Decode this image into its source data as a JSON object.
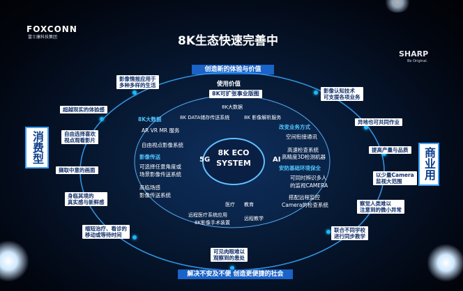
{
  "logos": {
    "left_name": "FOXCONN",
    "left_sub": "富士康科技集团",
    "right_name": "SHARP",
    "right_sub": "Be Original."
  },
  "title": "8K生态快速完善中",
  "top_banner": "创造新的体验与价值",
  "bottom_banner": "解决不安及不便 创造更便捷的社会",
  "side_left": "消费型",
  "side_right": "商业用",
  "center": {
    "line1": "8K ECO",
    "line2": "SYSTEM",
    "left_badge": "5G",
    "right_badge": "AI"
  },
  "inner": {
    "top_title": "使用价值",
    "top_box": "8K可扩张事业版图",
    "data_large": "8K大数据",
    "data_storage": "8K DATA储存传送系统",
    "data_analysis": "8K 影像解析服务",
    "left_cyan": "8K大数据",
    "left_services": "AR VR MR 服务",
    "left_view": "自由视点影像系统",
    "left_video": "影像传送",
    "left_remote": "可选择任意角度或",
    "left_remote2": "场景影像传送系统",
    "left_venue": "高临场感",
    "left_venue2": "影像传送系统",
    "right_cyan": "改变业务方式",
    "right_space": "空间衔接通讯",
    "right_inspect": "高速检查系统",
    "right_inspect2": "高精度3D检测机器",
    "right_security": "安防基础环境保全",
    "right_security2": "可同时辨识多人",
    "right_security3": "的监视CAMERA",
    "right_remote": "搭配远程监控",
    "right_remote2": "Camera的检查系统",
    "bottom_medical": "医疗",
    "bottom_edu": "教育",
    "bottom_remote_med": "远程医疗系统应用",
    "bottom_remote_med2": "8K影像手术装置",
    "bottom_remote_edu": "远程教学"
  },
  "left_boxes": [
    "影像情报应用于",
    "多种多样的生活",
    "超越现实的体验感",
    "自由选择喜欢",
    "视点观看影片",
    "撷取中意的画面",
    "身临其境的",
    "真实感与新鲜感",
    "缩短治疗、看诊的",
    "移动或等待时间"
  ],
  "right_boxes": [
    "影像认知技术",
    "可支援各项业务",
    "异地也可共同作业",
    "提高产量与品质",
    "以少量Camera",
    "监视大范围",
    "察觉人类难以",
    "注意到的微小异常",
    "联合不同学校",
    "进行同步教学"
  ],
  "bottom_box": [
    "可见肉眼难以",
    "观察到的患处"
  ]
}
